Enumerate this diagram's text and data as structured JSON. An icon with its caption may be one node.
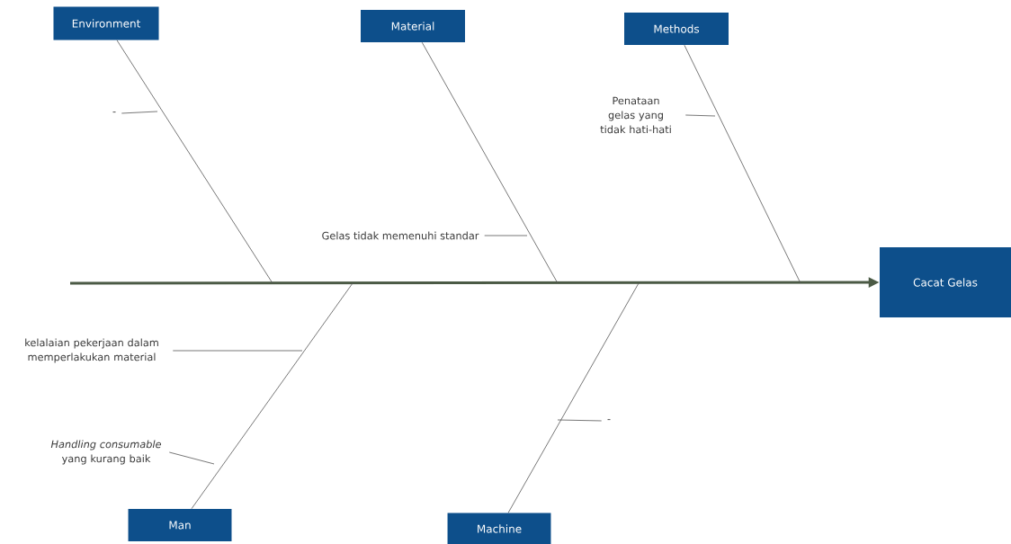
{
  "diagram": {
    "nodes": [
      {
        "text": [
          "Environment"
        ]
      },
      {
        "text": [
          "Material"
        ]
      },
      {
        "text": [
          "Methods"
        ]
      },
      {
        "text": [
          "Cacat Gelas"
        ]
      },
      {
        "text": [
          "Man"
        ]
      },
      {
        "text": [
          "Machine"
        ]
      },
      {
        "text": [
          "-"
        ]
      },
      {
        "text": [
          "Gelas tidak memenuhi standar"
        ]
      },
      {
        "text": [
          "Penataan gelas yang tidak hati-hati"
        ]
      },
      {
        "text": [
          "kelalaian pekerjaan dalam memperlakukan material"
        ]
      },
      {
        "text": [
          "*Handling consumable* yang kurang baik"
        ]
      },
      {
        "text": [
          "-"
        ]
      }
    ],
    "edges": [
      {
        "from": null,
        "to": 3,
        "arrow": "to",
        "style": "thick",
        "color": "#4b5a45"
      },
      {
        "from": 0,
        "to": null,
        "arrow": "none"
      },
      {
        "from": 1,
        "to": null,
        "arrow": "none"
      },
      {
        "from": 2,
        "to": null,
        "arrow": "none"
      },
      {
        "from": 4,
        "to": null,
        "arrow": "none"
      },
      {
        "from": 5,
        "to": null,
        "arrow": "none"
      },
      {
        "from": 6,
        "to": null,
        "arrow": "none"
      },
      {
        "from": 7,
        "to": null,
        "arrow": "none"
      },
      {
        "from": 8,
        "to": null,
        "arrow": "none"
      },
      {
        "from": 9,
        "to": null,
        "arrow": "none"
      },
      {
        "from": 10,
        "to": null,
        "arrow": "none"
      },
      {
        "from": 11,
        "to": null,
        "arrow": "none"
      }
    ]
  }
}
